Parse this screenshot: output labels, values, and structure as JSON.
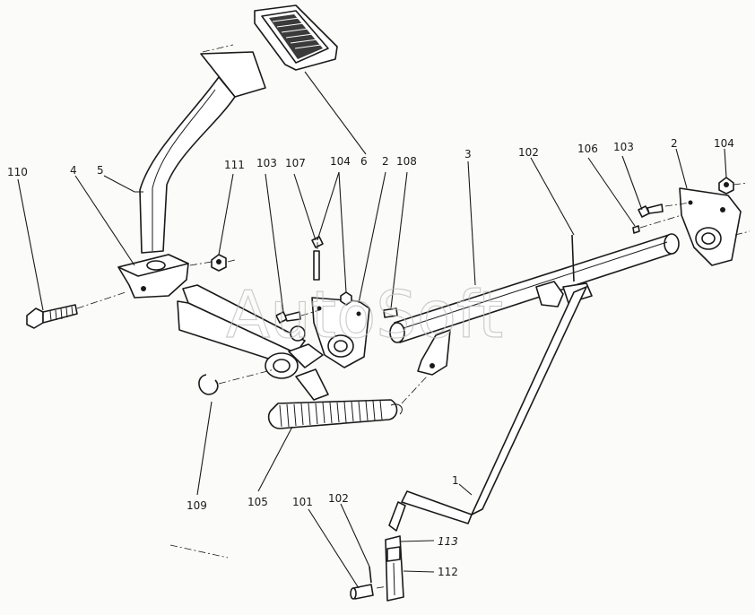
{
  "watermark": "AutoSoft",
  "callouts": [
    {
      "id": "c-110",
      "text": "110"
    },
    {
      "id": "c-4",
      "text": "4"
    },
    {
      "id": "c-5",
      "text": "5"
    },
    {
      "id": "c-111",
      "text": "111"
    },
    {
      "id": "c-103a",
      "text": "103"
    },
    {
      "id": "c-107",
      "text": "107"
    },
    {
      "id": "c-104a",
      "text": "104"
    },
    {
      "id": "c-6",
      "text": "6"
    },
    {
      "id": "c-2a",
      "text": "2"
    },
    {
      "id": "c-108",
      "text": "108"
    },
    {
      "id": "c-3",
      "text": "3"
    },
    {
      "id": "c-102a",
      "text": "102"
    },
    {
      "id": "c-106",
      "text": "106"
    },
    {
      "id": "c-103b",
      "text": "103"
    },
    {
      "id": "c-2b",
      "text": "2"
    },
    {
      "id": "c-104b",
      "text": "104"
    },
    {
      "id": "c-109",
      "text": "109"
    },
    {
      "id": "c-105",
      "text": "105"
    },
    {
      "id": "c-1",
      "text": "1"
    },
    {
      "id": "c-101",
      "text": "101"
    },
    {
      "id": "c-102b",
      "text": "102"
    },
    {
      "id": "c-113",
      "text": "113"
    },
    {
      "id": "c-112",
      "text": "112"
    }
  ]
}
